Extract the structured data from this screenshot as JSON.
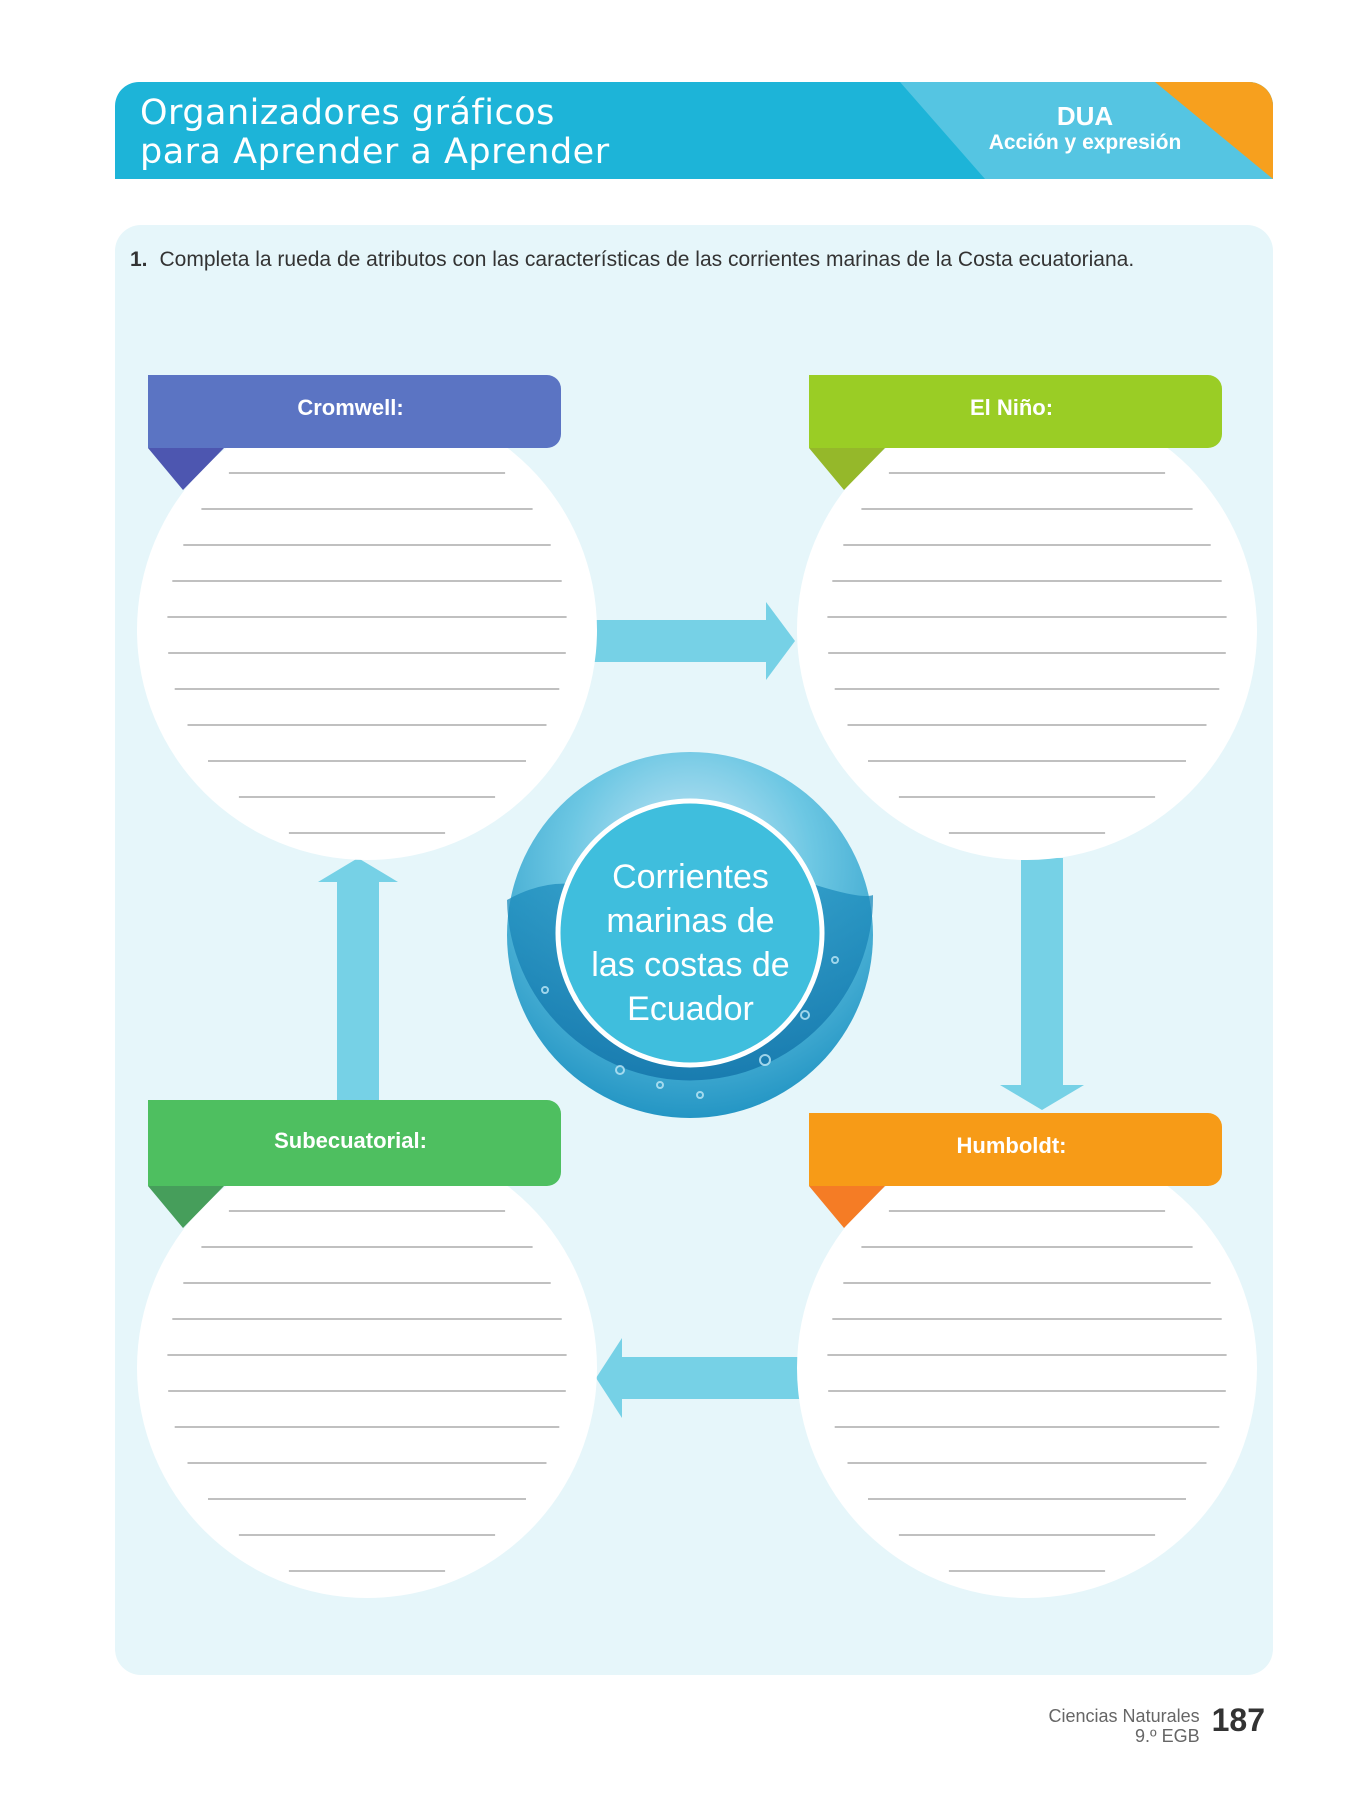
{
  "banner": {
    "title_line1": "Organizadores gráficos",
    "title_line2": "para Aprender a Aprender",
    "dua_label": "DUA",
    "dua_sub": "Acción y expresión",
    "colors": {
      "main": "#1db4d8",
      "light": "#55c5e2",
      "corner": "#f7a01e"
    }
  },
  "activity": {
    "number": "1.",
    "instruction": "Completa la rueda de atributos con las características de las corrientes marinas de la Costa ecuatoriana."
  },
  "wheel": {
    "center_lines": [
      "Corrientes",
      "marinas de",
      "las costas de",
      "Ecuador"
    ],
    "nodes": [
      {
        "id": "cromwell",
        "label": "Cromwell:",
        "color": "#5b74c3",
        "tab_color": "#4d56b0"
      },
      {
        "id": "el-nino",
        "label": "El Niño:",
        "color": "#9acd25",
        "tab_color": "#95b82a"
      },
      {
        "id": "subecuatorial",
        "label": "Subecuatorial:",
        "color": "#4ebf60",
        "tab_color": "#469e5b"
      },
      {
        "id": "humboldt",
        "label": "Humboldt:",
        "color": "#f79b17",
        "tab_color": "#f57c25"
      }
    ],
    "arrow_color": "#76d1e6"
  },
  "footer": {
    "subject": "Ciencias Naturales",
    "grade": "9.º EGB",
    "page_number": "187"
  }
}
